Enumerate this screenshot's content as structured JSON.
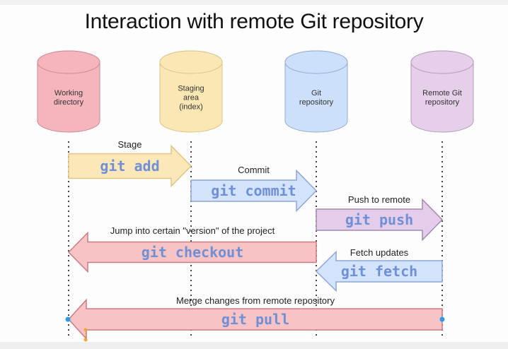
{
  "title": "Interaction with remote Git repository",
  "repositories": [
    {
      "id": "working",
      "label_lines": [
        "Working",
        "directory"
      ],
      "fill": "#f5b5bd",
      "stroke": "#c98a94"
    },
    {
      "id": "staging",
      "label_lines": [
        "Staging",
        "area",
        "(index)"
      ],
      "fill": "#fbe7b4",
      "stroke": "#d9c48a"
    },
    {
      "id": "git",
      "label_lines": [
        "Git",
        "repository"
      ],
      "fill": "#cde0fb",
      "stroke": "#94abd0"
    },
    {
      "id": "remote",
      "label_lines": [
        "Remote Git",
        "repository"
      ],
      "fill": "#e5cfe9",
      "stroke": "#b49bbb"
    }
  ],
  "operations": [
    {
      "id": "stage",
      "caption": "Stage",
      "command": "git add",
      "from": "working",
      "to": "staging",
      "direction": "right",
      "fill": "#fbe7b8",
      "stroke": "#e0c585"
    },
    {
      "id": "commit",
      "caption": "Commit",
      "command": "git commit",
      "from": "staging",
      "to": "git",
      "direction": "right",
      "fill": "#d3e3fb",
      "stroke": "#8ea7d2"
    },
    {
      "id": "push",
      "caption": "Push to remote",
      "command": "git push",
      "from": "git",
      "to": "remote",
      "direction": "right",
      "fill": "#e4cdea",
      "stroke": "#a48aae"
    },
    {
      "id": "checkout",
      "caption": "Jump into certain \"version\" of the project",
      "command": "git checkout",
      "from": "git",
      "to": "working",
      "direction": "left",
      "fill": "#f7c3c5",
      "stroke": "#c97c84"
    },
    {
      "id": "fetch",
      "caption": "Fetch updates",
      "command": "git fetch",
      "from": "remote",
      "to": "git",
      "direction": "left",
      "fill": "#d3e3fb",
      "stroke": "#8ea7d2"
    },
    {
      "id": "pull",
      "caption": "Merge changes from remote repository",
      "command": "git pull",
      "from": "remote",
      "to": "working",
      "direction": "left",
      "fill": "#f7c3c5",
      "stroke": "#c97c84"
    }
  ],
  "colors": {
    "command_text": "#6f8fd6",
    "lifeline": "#444444",
    "selection_handle": "#2f9be8",
    "resize_handle": "#f0a43a"
  }
}
